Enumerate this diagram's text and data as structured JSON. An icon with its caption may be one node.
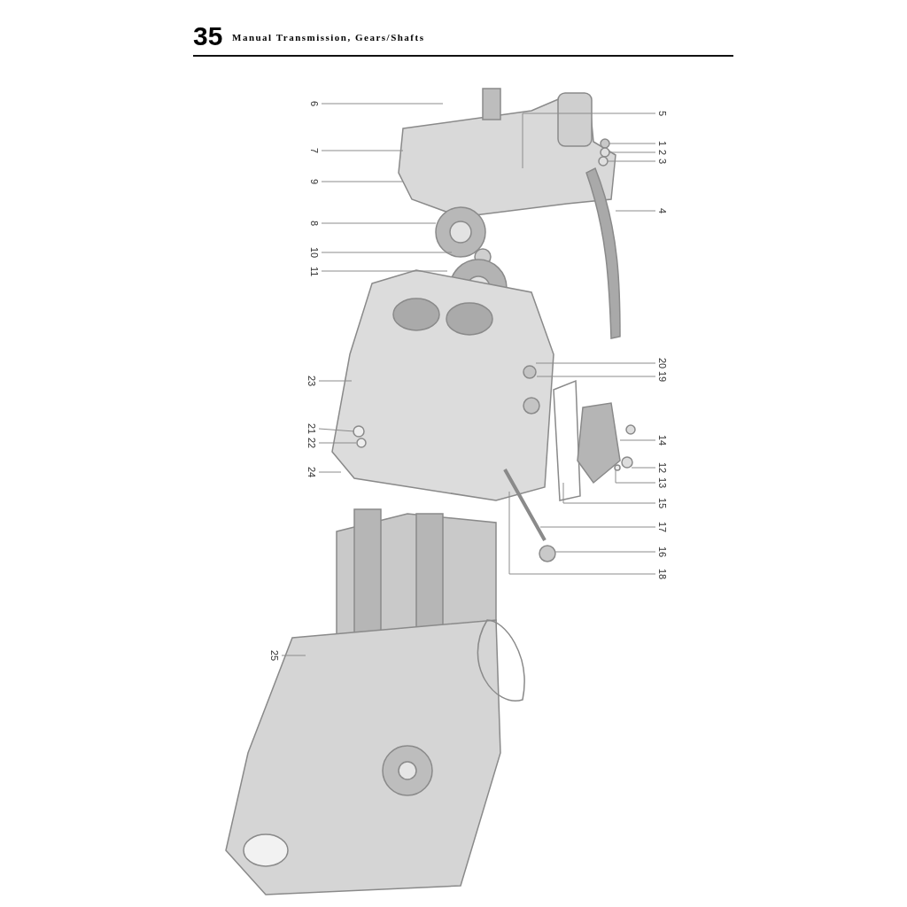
{
  "diagram": {
    "title": "Manual Transmission, Gears/Shafts",
    "nodes": [
      {
        "text": [
          "6"
        ]
      },
      {
        "text": [
          "7"
        ]
      },
      {
        "text": [
          "9"
        ]
      },
      {
        "text": [
          "8"
        ]
      },
      {
        "text": [
          "10"
        ]
      },
      {
        "text": [
          "11"
        ]
      },
      {
        "text": [
          "23"
        ]
      },
      {
        "text": [
          "21"
        ]
      },
      {
        "text": [
          "22"
        ]
      },
      {
        "text": [
          "24"
        ]
      },
      {
        "text": [
          "25"
        ]
      },
      {
        "text": [
          "5"
        ]
      },
      {
        "text": [
          "1"
        ]
      },
      {
        "text": [
          "2"
        ]
      },
      {
        "text": [
          "3"
        ]
      },
      {
        "text": [
          "4"
        ]
      },
      {
        "text": [
          "20"
        ]
      },
      {
        "text": [
          "19"
        ]
      },
      {
        "text": [
          "14"
        ]
      },
      {
        "text": [
          "12"
        ]
      },
      {
        "text": [
          "13"
        ]
      },
      {
        "text": [
          "15"
        ]
      },
      {
        "text": [
          "17"
        ]
      },
      {
        "text": [
          "16"
        ]
      },
      {
        "text": [
          "18"
        ]
      }
    ],
    "edges": [
      {
        "from": 0,
        "to": null,
        "arrow": "none"
      },
      {
        "from": 1,
        "to": null,
        "arrow": "none"
      },
      {
        "from": 2,
        "to": null,
        "arrow": "none"
      },
      {
        "from": 3,
        "to": null,
        "arrow": "none"
      },
      {
        "from": 4,
        "to": null,
        "arrow": "none"
      },
      {
        "from": 5,
        "to": null,
        "arrow": "none"
      },
      {
        "from": 6,
        "to": null,
        "arrow": "none"
      },
      {
        "from": 7,
        "to": null,
        "arrow": "none"
      },
      {
        "from": 8,
        "to": null,
        "arrow": "none"
      },
      {
        "from": 9,
        "to": null,
        "arrow": "none"
      },
      {
        "from": 10,
        "to": null,
        "arrow": "none"
      },
      {
        "from": 11,
        "to": null,
        "arrow": "none"
      },
      {
        "from": 12,
        "to": null,
        "arrow": "none"
      },
      {
        "from": 13,
        "to": null,
        "arrow": "none"
      },
      {
        "from": 14,
        "to": null,
        "arrow": "none"
      },
      {
        "from": 15,
        "to": null,
        "arrow": "none"
      },
      {
        "from": 16,
        "to": null,
        "arrow": "none"
      },
      {
        "from": 17,
        "to": null,
        "arrow": "none"
      },
      {
        "from": 18,
        "to": null,
        "arrow": "none"
      },
      {
        "from": 19,
        "to": null,
        "arrow": "none"
      },
      {
        "from": 20,
        "to": null,
        "arrow": "none"
      },
      {
        "from": 21,
        "to": null,
        "arrow": "none"
      },
      {
        "from": 22,
        "to": null,
        "arrow": "none"
      },
      {
        "from": 23,
        "to": null,
        "arrow": "none"
      },
      {
        "from": 24,
        "to": null,
        "arrow": "none"
      }
    ],
    "labels": [
      "35"
    ]
  }
}
